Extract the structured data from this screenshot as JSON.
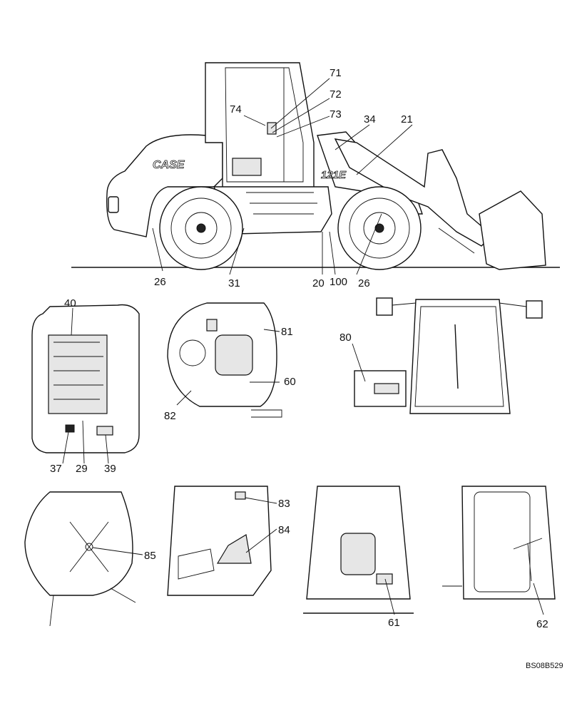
{
  "brand_logo_text": "CASE",
  "model_badge_text": "121E",
  "reference_code": "BS08B529",
  "callouts": {
    "c71": "71",
    "c72": "72",
    "c73": "73",
    "c74": "74",
    "c34": "34",
    "c21": "21",
    "c26a": "26",
    "c31": "31",
    "c20": "20",
    "c100": "100",
    "c26b": "26",
    "c40": "40",
    "c37": "37",
    "c29": "29",
    "c39": "39",
    "c81": "81",
    "c60": "60",
    "c82": "82",
    "c80": "80",
    "c85": "85",
    "c83": "83",
    "c84": "84",
    "c61": "61",
    "c62": "62"
  }
}
